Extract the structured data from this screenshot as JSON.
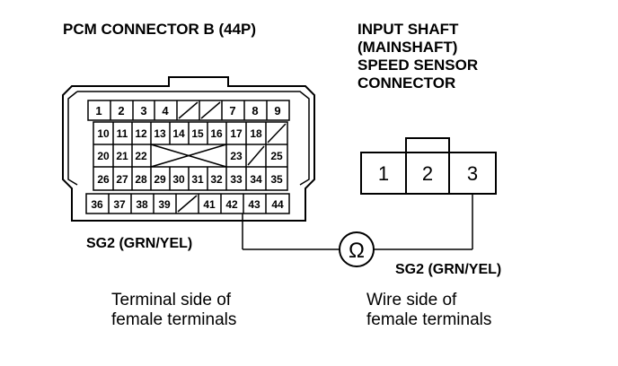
{
  "pcm": {
    "title": "PCM CONNECTOR B (44P)",
    "wire_label": "SG2 (GRN/YEL)",
    "caption_line1": "Terminal side of",
    "caption_line2": "female terminals",
    "rows": [
      [
        "1",
        "2",
        "3",
        "4",
        "",
        "",
        "7",
        "8",
        "9"
      ],
      [
        "10",
        "11",
        "12",
        "13",
        "14",
        "15",
        "16",
        "17",
        "18",
        ""
      ],
      [
        "20",
        "21",
        "22",
        "",
        "",
        "",
        "",
        "23",
        "",
        "25"
      ],
      [
        "26",
        "27",
        "28",
        "29",
        "30",
        "31",
        "32",
        "33",
        "34",
        "35"
      ],
      [
        "36",
        "37",
        "38",
        "39",
        "",
        "41",
        "42",
        "43",
        "44"
      ]
    ]
  },
  "sensor": {
    "title_line1": "INPUT SHAFT",
    "title_line2": "(MAINSHAFT)",
    "title_line3": "SPEED SENSOR",
    "title_line4": "CONNECTOR",
    "pins": [
      "1",
      "2",
      "3"
    ],
    "wire_label": "SG2 (GRN/YEL)",
    "caption_line1": "Wire side of",
    "caption_line2": "female terminals"
  },
  "meter": {
    "symbol": "Ω"
  },
  "colors": {
    "line": "#000000",
    "background": "#ffffff"
  }
}
